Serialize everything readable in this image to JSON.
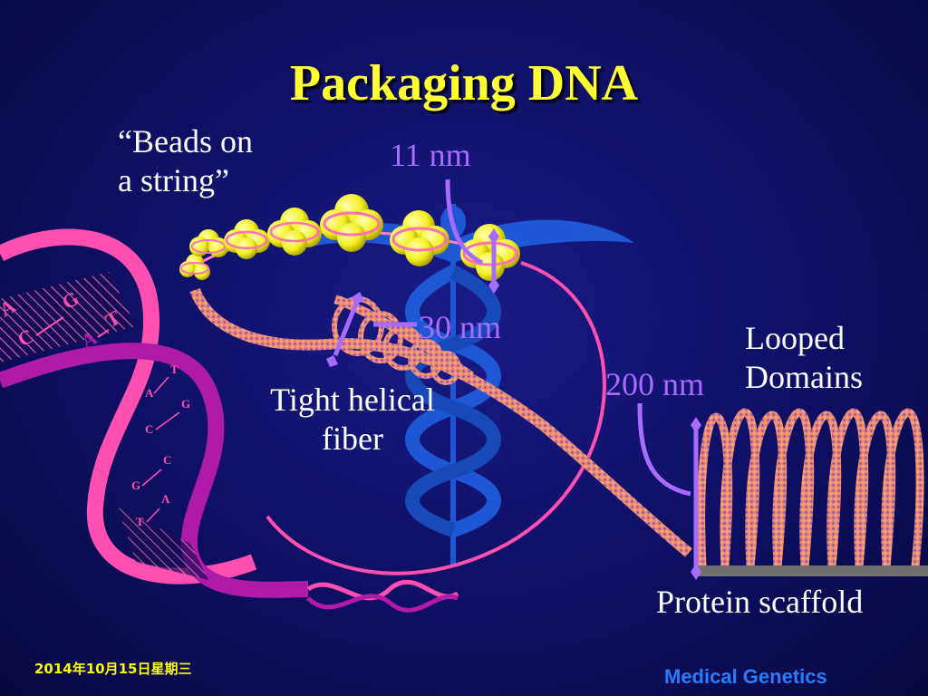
{
  "slide": {
    "title": "Packaging DNA",
    "labels": {
      "beads_line1": "“Beads on",
      "beads_line2": "a string”",
      "nm_11": "11 nm",
      "nm_30": "30 nm",
      "nm_200": "200 nm",
      "helical_line1": "Tight helical",
      "helical_line2": "fiber",
      "looped_line1": "Looped",
      "looped_line2": "Domains",
      "scaffold": "Protein scaffold"
    },
    "base_pairs": {
      "outer": [
        "A",
        "C",
        "G",
        "A",
        "T"
      ],
      "inner": [
        "A",
        "T",
        "C",
        "G",
        "G",
        "C",
        "T",
        "A"
      ]
    },
    "date": "2014年10月15日星期三",
    "footer": "Medical Genetics"
  },
  "colors": {
    "title": "#ffff33",
    "measure": "#a86bff",
    "dna_outer": "#ff4fb0",
    "dna_inner": "#b01aa8",
    "bead": "#ffff33",
    "caduceus": "#1f5fe0",
    "footer": "#2a7cff",
    "date": "#ffff00"
  },
  "icons": [
    "caduceus-icon",
    "double-helix-icon",
    "nucleosome-icon"
  ]
}
